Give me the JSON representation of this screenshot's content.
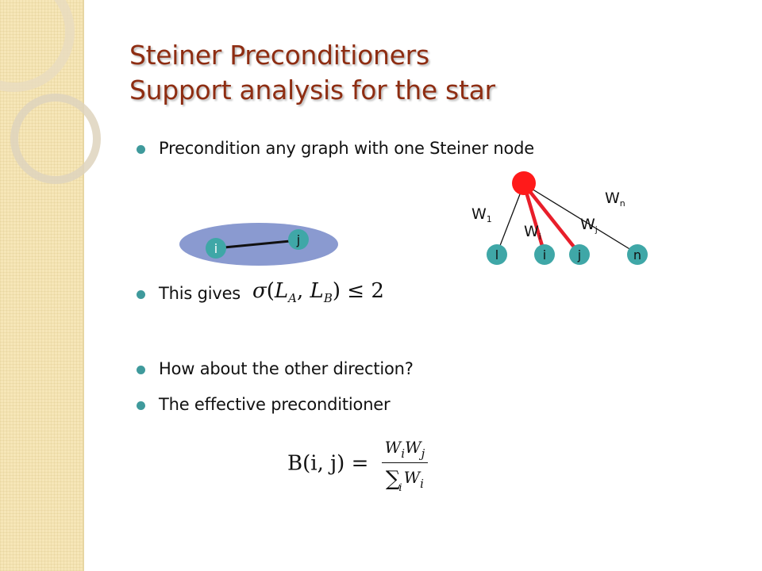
{
  "title": {
    "line1": "Steiner Preconditioners",
    "line2": "Support analysis for the star"
  },
  "bullets": [
    "Precondition any graph with one Steiner node",
    "This gives",
    "How about the other direction?",
    "The effective preconditioner"
  ],
  "edge_graph": {
    "node_left": "i",
    "node_right": "j"
  },
  "star_graph": {
    "leaves": [
      "l",
      "i",
      "j",
      "n"
    ],
    "weights": {
      "w1": {
        "main": "W",
        "sub": "1"
      },
      "wi": {
        "main": "W",
        "sub": "i"
      },
      "wj": {
        "main": "W",
        "sub": "j"
      },
      "wn": {
        "main": "W",
        "sub": "n"
      }
    }
  },
  "formula_sigma": {
    "sigma": "σ",
    "open": "(",
    "la": "L",
    "la_sub": "A",
    "comma": ", ",
    "lb": "L",
    "lb_sub": "B",
    "close": ")",
    "rel": " ≤ 2"
  },
  "formula_b": {
    "lhs": "B(i, j) =",
    "num_w1": "W",
    "num_s1": "i",
    "num_w2": "W",
    "num_s2": "j",
    "sum": "∑",
    "sum_sub": "i",
    "den_w": "W",
    "den_s": "i"
  },
  "colors": {
    "title": "#8e2d12",
    "bullet": "#3f9a9c",
    "node": "#3fa7a7",
    "steiner": "#ff1a1a",
    "ellipse": "#8a9ad0"
  }
}
